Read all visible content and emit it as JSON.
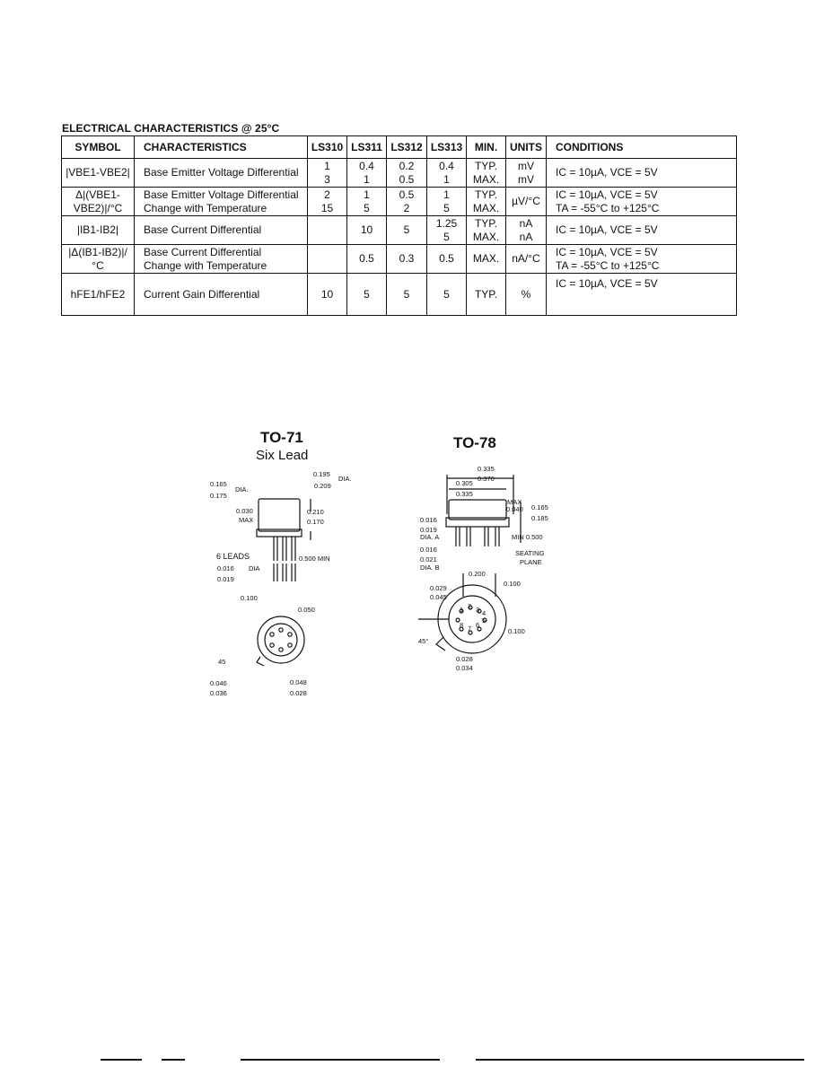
{
  "section_title": "ELECTRICAL CHARACTERISTICS @ 25°C",
  "table": {
    "headers": [
      "SYMBOL",
      "CHARACTERISTICS",
      "LS310",
      "LS311",
      "LS312",
      "LS313",
      "MIN.",
      "UNITS",
      "CONDITIONS"
    ],
    "rows": [
      {
        "symbol": "|VBE1-VBE2|",
        "char": [
          "Base Emitter Voltage Differential",
          ""
        ],
        "ls310": [
          "1",
          "3"
        ],
        "ls311": [
          "0.4",
          "1"
        ],
        "ls312": [
          "0.2",
          "0.5"
        ],
        "ls313": [
          "0.4",
          "1"
        ],
        "min": [
          "TYP.",
          "MAX."
        ],
        "units": [
          "mV",
          "mV"
        ],
        "cond": [
          "IC = 10µA, VCE = 5V",
          ""
        ]
      },
      {
        "symbol": "Δ|(VBE1-VBE2)|/°C",
        "char": [
          "Base Emitter Voltage Differential",
          "Change with Temperature"
        ],
        "ls310": [
          "2",
          "15"
        ],
        "ls311": [
          "1",
          "5"
        ],
        "ls312": [
          "0.5",
          "2"
        ],
        "ls313": [
          "1",
          "5"
        ],
        "min": [
          "TYP.",
          "MAX."
        ],
        "units": [
          "µV/°C",
          ""
        ],
        "cond": [
          "IC = 10µA, VCE = 5V",
          "TA = -55°C to +125°C"
        ]
      },
      {
        "symbol": "|IB1-IB2|",
        "char": [
          "Base Current Differential",
          ""
        ],
        "ls310": [
          "",
          ""
        ],
        "ls311": [
          "",
          "10"
        ],
        "ls312": [
          "",
          "5"
        ],
        "ls313": [
          "1.25",
          "5"
        ],
        "min": [
          "TYP.",
          "MAX."
        ],
        "units": [
          "nA",
          "nA"
        ],
        "cond": [
          "IC = 10µA, VCE = 5V",
          ""
        ]
      },
      {
        "symbol": "|Δ(IB1-IB2)|/°C",
        "char": [
          "Base Current Differential",
          "Change with Temperature"
        ],
        "ls310": [
          "",
          ""
        ],
        "ls311": [
          "0.5",
          ""
        ],
        "ls312": [
          "0.3",
          ""
        ],
        "ls313": [
          "0.5",
          ""
        ],
        "min": [
          "MAX.",
          ""
        ],
        "units": [
          "nA/°C",
          ""
        ],
        "cond": [
          "IC = 10µA, VCE = 5V",
          "TA = -55°C to +125°C"
        ]
      },
      {
        "symbol": "hFE1/hFE2",
        "char": [
          "Current Gain Differential",
          ""
        ],
        "ls310": [
          "10",
          ""
        ],
        "ls311": [
          "5",
          ""
        ],
        "ls312": [
          "5",
          ""
        ],
        "ls313": [
          "5",
          ""
        ],
        "min": [
          "TYP.",
          ""
        ],
        "units": [
          "%",
          ""
        ],
        "cond": [
          "IC = 10µA, VCE = 5V",
          ""
        ]
      }
    ]
  },
  "to71": {
    "title": "TO-71",
    "subtitle": "Six Lead",
    "dims": {
      "d1": "0.165",
      "d2": "0.175",
      "dia1": "DIA.",
      "d3": "0.030",
      "d4": "MAX",
      "d5": "0.195",
      "d6": "0.209",
      "dia2": "DIA.",
      "d7": "0.210",
      "d8": "0.170",
      "leads": "6 LEADS",
      "d9": "0.016",
      "dia3": "DIA",
      "d10": "0.019",
      "d11": "0.500 MIN",
      "d12": "0.100",
      "d13": "0.050",
      "d14": "45",
      "d15": "0.046",
      "d16": "0.036",
      "d17": "0.048",
      "d18": "0.028"
    }
  },
  "to78": {
    "title": "TO-78",
    "dims": {
      "a1": "0.335",
      "a2": "0.370",
      "a3": "0.305",
      "a4": "0.335",
      "a5": "MAX",
      "a6": "0.040",
      "a7": "0.165",
      "a8": "0.185",
      "a9": "0.016",
      "a10": "0.019",
      "a11": "DIA. A",
      "a12": "MIN 0.500",
      "a13": "SEATING",
      "a14": "PLANE",
      "a15": "0.016",
      "a16": "0.021",
      "a17": "DIA. B",
      "a18": "0.200",
      "a19": "0.029",
      "a20": "0.045",
      "a21": "0.100",
      "a22": "0.100",
      "a23": "45°",
      "a24": "0.028",
      "a25": "0.034",
      "p1": "1",
      "p2": "2",
      "p3": "3",
      "p4": "4",
      "p5": "5",
      "p6": "6",
      "p7": "7",
      "p8": "8"
    }
  }
}
